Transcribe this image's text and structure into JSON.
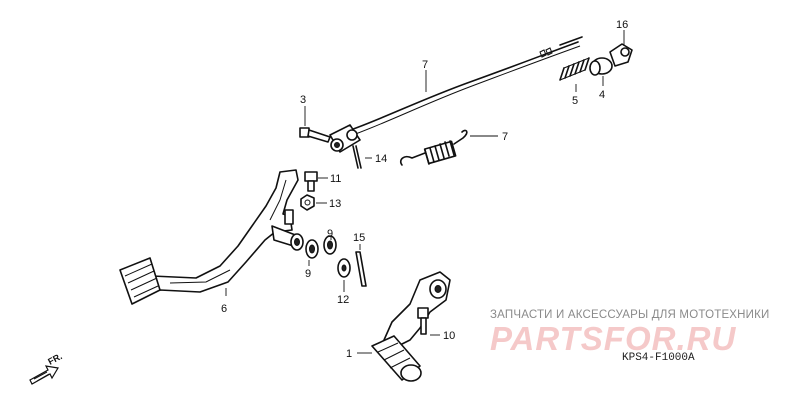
{
  "diagram": {
    "callouts": {
      "c1": "1",
      "c3": "3",
      "c4": "4",
      "c5": "5",
      "c6": "6",
      "c7a": "7",
      "c7b": "7",
      "c9a": "9",
      "c9b": "9",
      "c10": "10",
      "c11": "11",
      "c12": "12",
      "c13": "13",
      "c14": "14",
      "c15": "15",
      "c16": "16"
    },
    "direction_label": "FR.",
    "diagram_code": "KPS4-F1000A"
  },
  "watermark": {
    "tagline": "ЗАПЧАСТИ И АКСЕССУАРЫ ДЛЯ МОТОТЕХНИКИ",
    "logo_text": "PARTSFOR.RU",
    "logo_color": "#f5c9c9"
  }
}
